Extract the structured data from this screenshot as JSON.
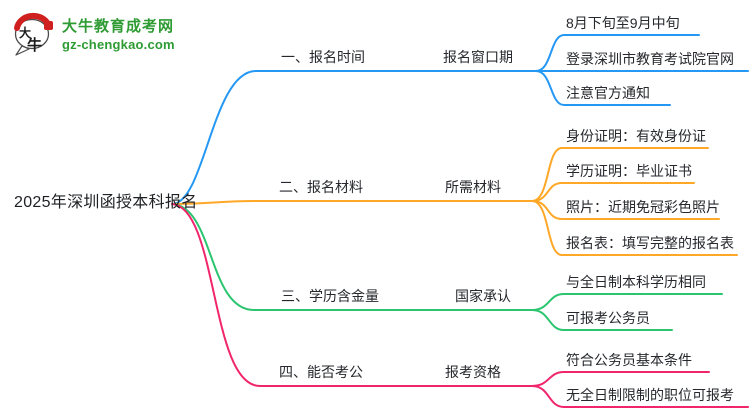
{
  "logo": {
    "title": "大牛教育成考网",
    "domain": "gz-chengkao.com",
    "icon_char_top": "大",
    "icon_char_bottom": "牛",
    "brand_green": "#2e9b33",
    "brand_red": "#cf201f"
  },
  "root": {
    "label": "2025年深圳函授本科报名"
  },
  "branches": [
    {
      "label": "一、报名时间",
      "sub_label": "报名窗口期",
      "color": "#2598f5",
      "leaves": [
        {
          "label": "8月下旬至9月中旬"
        },
        {
          "label": "登录深圳市教育考试院官网"
        },
        {
          "label": "注意官方通知"
        }
      ]
    },
    {
      "label": "二、报名材料",
      "sub_label": "所需材料",
      "color": "#ffa726",
      "leaves": [
        {
          "label": "身份证明：有效身份证"
        },
        {
          "label": "学历证明：毕业证书"
        },
        {
          "label": "照片：近期免冠彩色照片"
        },
        {
          "label": "报名表：填写完整的报名表"
        }
      ]
    },
    {
      "label": "三、学历含金量",
      "sub_label": "国家承认",
      "color": "#2bc56f",
      "leaves": [
        {
          "label": "与全日制本科学历相同"
        },
        {
          "label": "可报考公务员"
        }
      ]
    },
    {
      "label": "四、能否考公",
      "sub_label": "报考资格",
      "color": "#f1256c",
      "leaves": [
        {
          "label": "符合公务员基本条件"
        },
        {
          "label": "无全日制限制的职位可报考"
        }
      ]
    }
  ]
}
